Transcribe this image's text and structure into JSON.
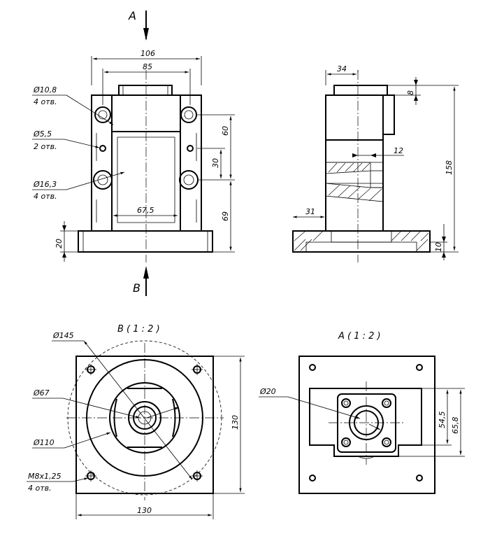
{
  "views": {
    "arrow_a": "A",
    "arrow_b": "B",
    "view_b_title": "B ( 1 : 2 )",
    "view_a_title": "A ( 1 : 2 )"
  },
  "front_view": {
    "dim_width_overall": "106",
    "dim_width_inner": "85",
    "hole_large_dia": "Ø10,8",
    "hole_large_count": "4 отв.",
    "hole_small_dia": "Ø5,5",
    "hole_small_count": "2 отв.",
    "hole_counterbore_dia": "Ø16,3",
    "hole_counterbore_count": "4 отв.",
    "dim_slot_width": "67,5",
    "dim_base_height": "20",
    "dim_upper_spacing": "60",
    "dim_hole_spacing": "30",
    "dim_lower_height": "69"
  },
  "side_view": {
    "dim_top_width": "34",
    "dim_cap_height": "8",
    "dim_total_height": "158",
    "dim_slot_depth": "12",
    "dim_base_offset": "31",
    "dim_base_thickness": "10"
  },
  "view_b": {
    "dia_bolt_circle": "Ø145",
    "dia_inner": "Ø67",
    "dia_middle": "Ø110",
    "thread": "M8x1,25",
    "thread_count": "4 отв.",
    "dim_height": "130",
    "dim_width": "130"
  },
  "view_a": {
    "dia_bore": "Ø20",
    "dim_inner_height": "54,5",
    "dim_outer_height": "65,8"
  }
}
